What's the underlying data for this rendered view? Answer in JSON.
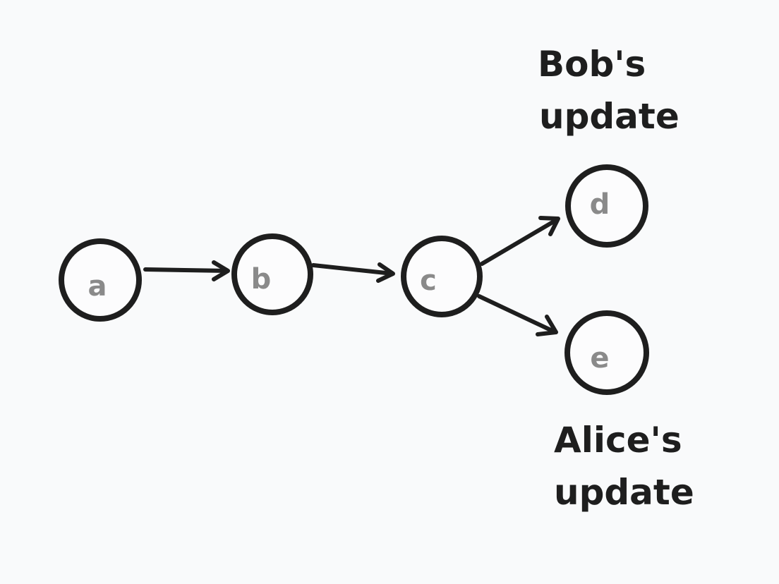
{
  "nodes": {
    "a": "a",
    "b": "b",
    "c": "c",
    "d": "d",
    "e": "e"
  },
  "annotations": {
    "bob_line1": "Bob's",
    "bob_line2": "update",
    "alice_line1": "Alice's",
    "alice_line2": "update"
  },
  "edges": [
    {
      "from": "a",
      "to": "b"
    },
    {
      "from": "b",
      "to": "c"
    },
    {
      "from": "c",
      "to": "d"
    },
    {
      "from": "c",
      "to": "e"
    }
  ],
  "colors": {
    "stroke": "#1e1e1e",
    "node_label": "#8a8a8a",
    "background": "#f9fafb"
  }
}
